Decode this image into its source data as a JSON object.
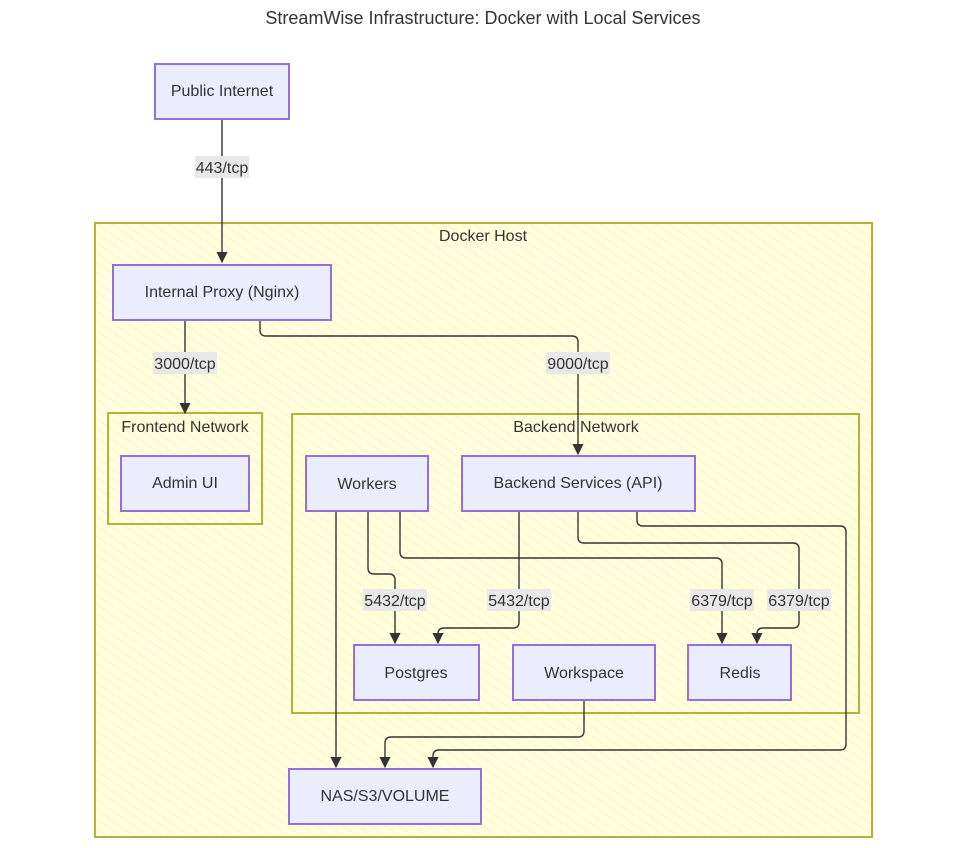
{
  "title": "StreamWise Infrastructure: Docker with Local Services",
  "clusters": {
    "docker_host": "Docker Host",
    "frontend_network": "Frontend Network",
    "backend_network": "Backend Network"
  },
  "nodes": {
    "public_internet": "Public Internet",
    "internal_proxy": "Internal Proxy (Nginx)",
    "admin_ui": "Admin UI",
    "workers": "Workers",
    "backend_services": "Backend Services (API)",
    "postgres": "Postgres",
    "workspace": "Workspace",
    "redis": "Redis",
    "nas": "NAS/S3/VOLUME"
  },
  "edges": {
    "internet_proxy": "443/tcp",
    "proxy_admin": "3000/tcp",
    "proxy_backend": "9000/tcp",
    "workers_postgres": "5432/tcp",
    "backend_postgres": "5432/tcp",
    "workers_redis": "6379/tcp",
    "backend_redis": "6379/tcp"
  },
  "colors": {
    "node_fill": "#ececff",
    "node_stroke": "#9370db",
    "cluster_fill": "#ffffde",
    "cluster_stroke": "#b3b33c",
    "edge": "#333333"
  }
}
